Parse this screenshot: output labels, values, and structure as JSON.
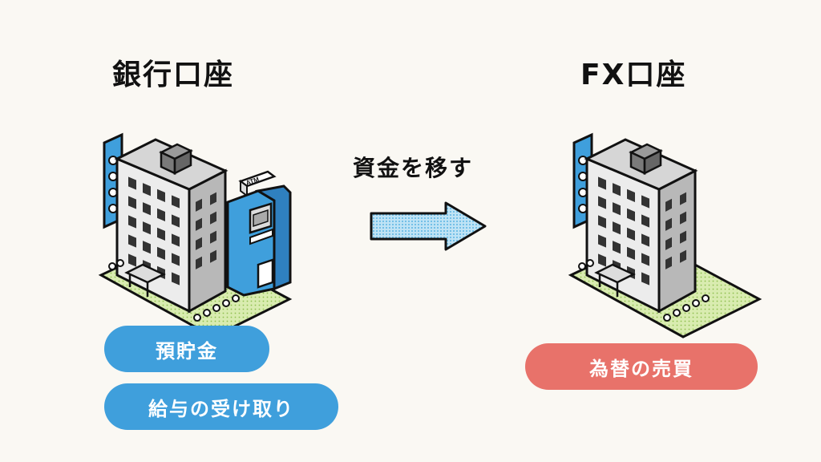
{
  "left": {
    "title": "銀行口座",
    "atm_sign": "ATM",
    "tags": [
      "預貯金",
      "給与の受け取り"
    ]
  },
  "right": {
    "title": "FX口座",
    "tags": [
      "為替の売買"
    ]
  },
  "arrow": {
    "label": "資金を移す"
  },
  "colors": {
    "background": "#faf8f3",
    "blue": "#3f9fdc",
    "red": "#e8726a",
    "building": "#c9c9c9",
    "grass": "#cfe6a0",
    "arrow_fill": "#9fd4ef"
  }
}
